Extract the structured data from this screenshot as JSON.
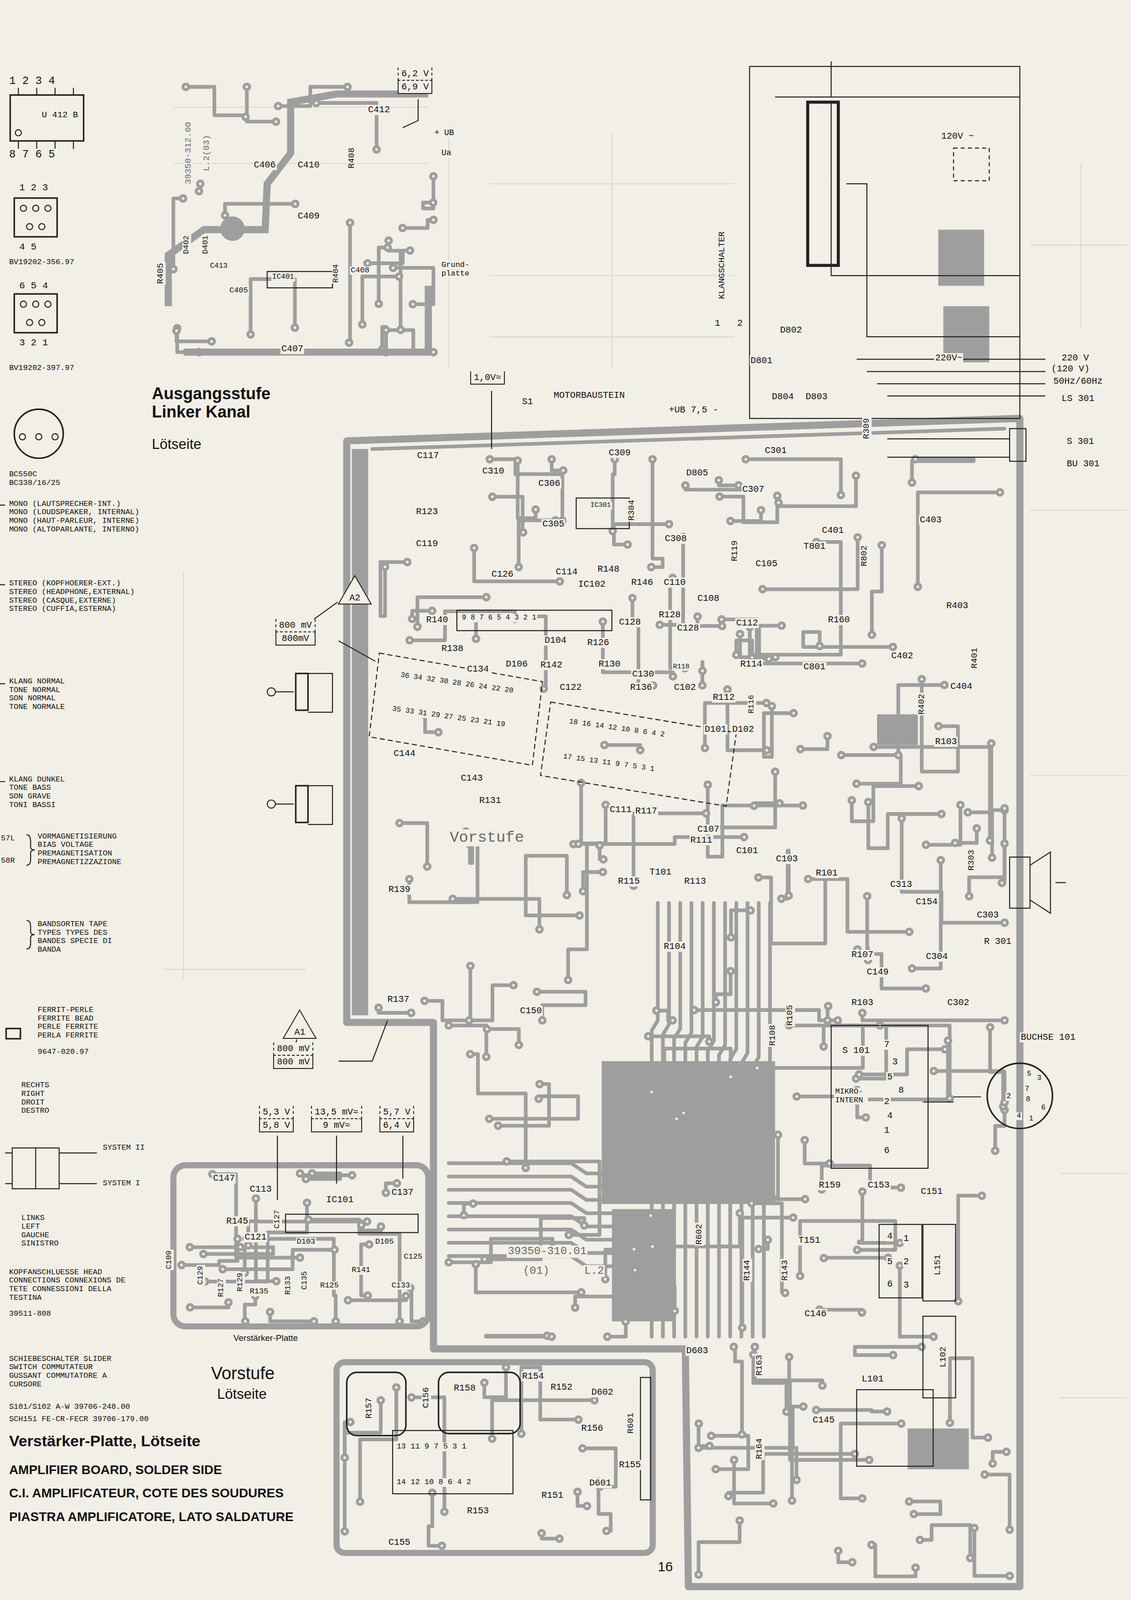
{
  "diagram": {
    "title": "Verstärker-Platte, Lötseite",
    "nodes": [
      {
        "text": [
          "6,2 V",
          "6,9 V"
        ]
      },
      {
        "text": [
          "1,0V≈"
        ]
      },
      {
        "text": [
          "800 mV",
          "800mV"
        ]
      },
      {
        "text": [
          "A2"
        ]
      },
      {
        "text": [
          "A1"
        ]
      },
      {
        "text": [
          "800 mV",
          "800 mV"
        ]
      },
      {
        "text": [
          "5,3 V",
          "5,8 V"
        ]
      },
      {
        "text": [
          "13,5 mV≈",
          "9 mV≈"
        ]
      },
      {
        "text": [
          "5,7 V",
          "6,4 V"
        ]
      }
    ],
    "edges": [
      {
        "from": 3,
        "to": 2,
        "arrow": "none"
      },
      {
        "from": 4,
        "to": 5,
        "arrow": "none"
      }
    ],
    "labels": [
      "1 2 3 4",
      "U 412 B",
      "8 7 6 5",
      "1 2 3",
      "4 5",
      "BV19202-356.97",
      "6 5 4",
      "3 2 1",
      "BV19202-397.97",
      "BC550C BC338/16/25",
      "MONO (LAUTSPRECHER-INT.) MONO (LOUDSPEAKER, INTERNAL) MONO (HAUT-PARLEUR, INTERNE) MONO (ALTOPARLANTE, INTERNO)",
      "STEREO (KOPFHOERER-EXT.) STEREO (HEADPHONE,EXTERNAL) STEREO (CASQUE,EXTERNE) STEREO (CUFFIA,ESTERNA)",
      "KLANG NORMAL TONE NORMAL SON NORMAL TONE NORMALE",
      "KLANG DUNKEL TONE BASS SON GRAVE TONI BASSI",
      "57L",
      "58R",
      "VORMAGNETISIERUNG BIAS VOLTAGE PREMAGNETISATION PREMAGNETIZZAZIONE",
      "BANDSORTEN TAPE TYPES TYPES DES BANDES SPECIE DI BANDA",
      "FERRIT-PERLE FERRITE BEAD PERLE FERRITE PERLA FERRITE",
      "9647-020.97",
      "RECHTS RIGHT DROIT DESTRO",
      "SYSTEM II",
      "SYSTEM I",
      "LINKS LEFT GAUCHE SINISTRO",
      "KOPFANSCHLUESSE HEAD CONNECTIONS CONNEXIONS DE TETE CONNESSIONI DELLA TESTINA",
      "39511-808",
      "SCHIEBESCHALTER SLIDER SWITCH COMMUTATEUR GUSSANT COMMUTATORE A CURSORE",
      "S101/S102 A-W 39706-248.00",
      "SCH151 FE-CR-FECR 39706-179.00",
      "AMPLIFIER BOARD, SOLDER SIDE",
      "C.I. AMPLIFICATEUR, COTE DES SOUDURES",
      "PIASTRA AMPLIFICATORE, LATO SALDATURE",
      "Ausgangsstufe Linker Kanal",
      "Lötseite",
      "Vorstufe",
      "Lötseite",
      "Verstärker-Platte",
      "16",
      "C412",
      "R408",
      "C406",
      "C410",
      "C409",
      "R405",
      "D402",
      "D401",
      "C413",
      "IC401",
      "C405",
      "R404",
      "C408",
      "C407",
      "39350-312.00",
      "L.2(03)",
      "+ UB",
      "Ua",
      "Grund- platte",
      "KLANGSCHALTER",
      "1",
      "2",
      "D802",
      "D801",
      "D804",
      "D803",
      "MOTORBAUSTEIN",
      "S1",
      "+UB 7,5 -",
      "120V ~",
      "220V~",
      "220 V",
      "(120 V)",
      "50Hz/60Hz",
      "LS 301",
      "S 301",
      "BU 301",
      "R309",
      "C117",
      "C310",
      "D805",
      "C309",
      "C306",
      "IC301",
      "R304",
      "C305",
      "C308",
      "C307",
      "C301",
      "T801",
      "C401",
      "R802",
      "C403",
      "R403",
      "R123",
      "C119",
      "C126",
      "C114",
      "R148",
      "R146",
      "C110",
      "C108",
      "C112",
      "R119",
      "C105",
      "R160",
      "R401",
      "C402",
      "R402",
      "C404",
      "R103",
      "C801",
      "IC102",
      "C128",
      "R128",
      "C128",
      "D104",
      "R140",
      "R138",
      "C134",
      "D106",
      "R142",
      "R126",
      "R130",
      "C122",
      "C130",
      "R136",
      "R118",
      "C102",
      "R114",
      "R112",
      "R116",
      "D101",
      "D102",
      "C144",
      "C143",
      "R131",
      "Vorstufe",
      "C111",
      "R117",
      "C107",
      "R111",
      "C101",
      "T101",
      "R115",
      "R113",
      "C103",
      "R101",
      "R139",
      "R104",
      "R303",
      "C313",
      "C154",
      "C303",
      "R 301",
      "C304",
      "R107",
      "C149",
      "R103",
      "C302",
      "R137",
      "C150",
      "R108",
      "R105",
      "BUCHSE 101",
      "S 101",
      "MIKRO- INTERN",
      "7",
      "3",
      "5",
      "8",
      "2",
      "4",
      "1",
      "6",
      "5",
      "3",
      "7",
      "2",
      "8",
      "6",
      "4",
      "1",
      "39350-310.01",
      "(01)",
      "L.2",
      "R159",
      "C153",
      "C151",
      "T151",
      "4",
      "5",
      "6",
      "1",
      "2",
      "3",
      "L151",
      "R602",
      "R144",
      "R143",
      "C146",
      "L102",
      "D603",
      "R163",
      "L101",
      "C145",
      "R164",
      "C147",
      "C113",
      "R145",
      "C121",
      "C127",
      "IC101",
      "C137",
      "D103",
      "D105",
      "C109",
      "C129",
      "R127",
      "R129",
      "R135",
      "R133",
      "C135",
      "R125",
      "R141",
      "C125",
      "C133",
      "R157",
      "C156",
      "R158",
      "R154",
      "R152",
      "D602",
      "R601",
      "R156",
      "R155",
      "D601",
      "R151",
      "R153",
      "C155",
      "13 11 9 7 5 3 1",
      "14 12 10 8 6 4 2",
      "36 34 32 30 28 26 24 22 20",
      "35 33 31 29 27 25 23 21 19",
      "18 16 14 12 10 8 6 4 2",
      "17 15 13 11 9 7 5 3 1",
      "9 8 7 6 5 4 3 2 1"
    ]
  }
}
